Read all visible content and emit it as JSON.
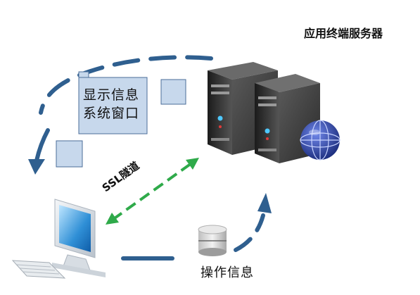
{
  "diagram": {
    "server_title": "应用终端服务器",
    "panel_label_line1": "显示信息",
    "panel_label_line2": "系统窗口",
    "tunnel_label": "SSL隧道",
    "ops_label": "操作信息"
  },
  "colors": {
    "flow_arrow": "#2f5f8f",
    "tunnel_arrow": "#2faa4a",
    "panel_fill": "#c7d8ec",
    "panel_border": "#4b6e99",
    "server_body": "#3a3a3a",
    "globe": "#2a3f9a"
  },
  "icons": [
    "server-icon",
    "server-icon",
    "globe-icon",
    "computer-icon",
    "keyboard-icon",
    "database-icon"
  ]
}
